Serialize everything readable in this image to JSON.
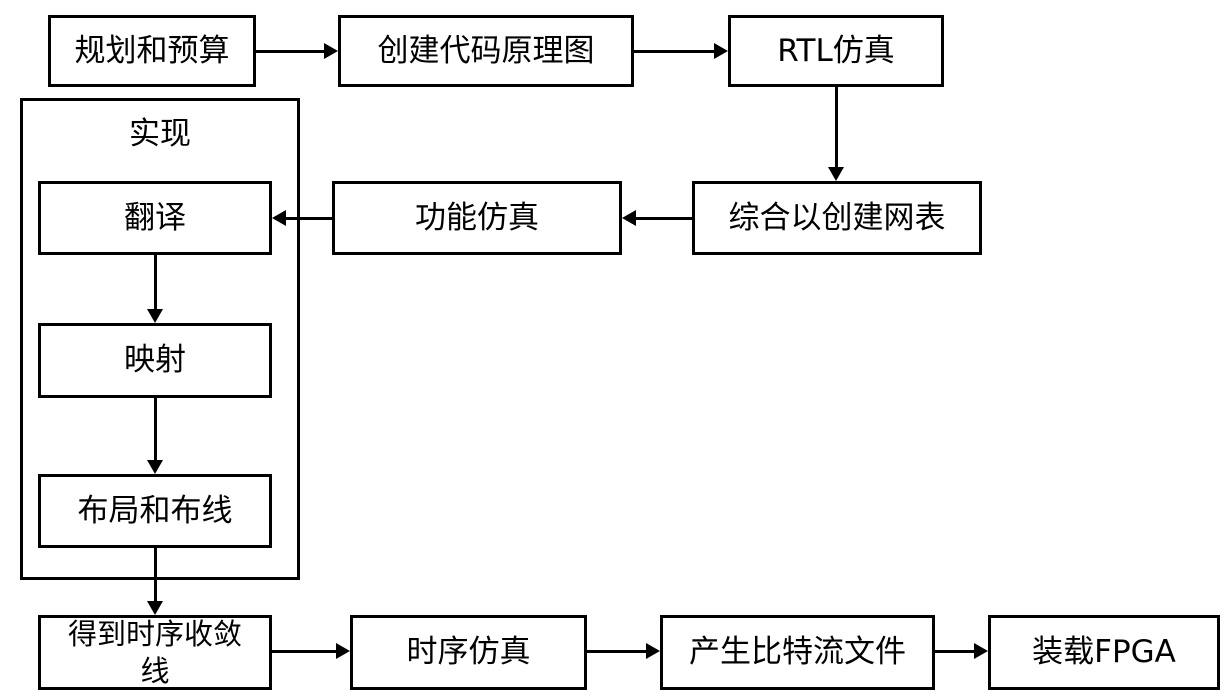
{
  "diagram": {
    "type": "flowchart",
    "colors": {
      "background": "#ffffff",
      "box_border": "#000000",
      "text": "#000000",
      "arrow": "#000000"
    },
    "nodes": {
      "planning": "规划和预算",
      "create_schematic": "创建代码原理图",
      "rtl_simulation": "RTL仿真",
      "synthesis": "综合以创建网表",
      "functional_simulation": "功能仿真",
      "implementation_group": "实现",
      "translate": "翻译",
      "mapping": "映射",
      "place_and_route": "布局和布线",
      "timing_closure": "得到时序收敛\n线",
      "timing_simulation": "时序仿真",
      "generate_bitstream": "产生比特流文件",
      "load_fpga": "装载FPGA"
    },
    "edges": [
      {
        "from": "planning",
        "to": "create_schematic"
      },
      {
        "from": "create_schematic",
        "to": "rtl_simulation"
      },
      {
        "from": "rtl_simulation",
        "to": "synthesis"
      },
      {
        "from": "synthesis",
        "to": "functional_simulation"
      },
      {
        "from": "functional_simulation",
        "to": "translate"
      },
      {
        "from": "translate",
        "to": "mapping"
      },
      {
        "from": "mapping",
        "to": "place_and_route"
      },
      {
        "from": "place_and_route",
        "to": "timing_closure"
      },
      {
        "from": "timing_closure",
        "to": "timing_simulation"
      },
      {
        "from": "timing_simulation",
        "to": "generate_bitstream"
      },
      {
        "from": "generate_bitstream",
        "to": "load_fpga"
      }
    ]
  }
}
